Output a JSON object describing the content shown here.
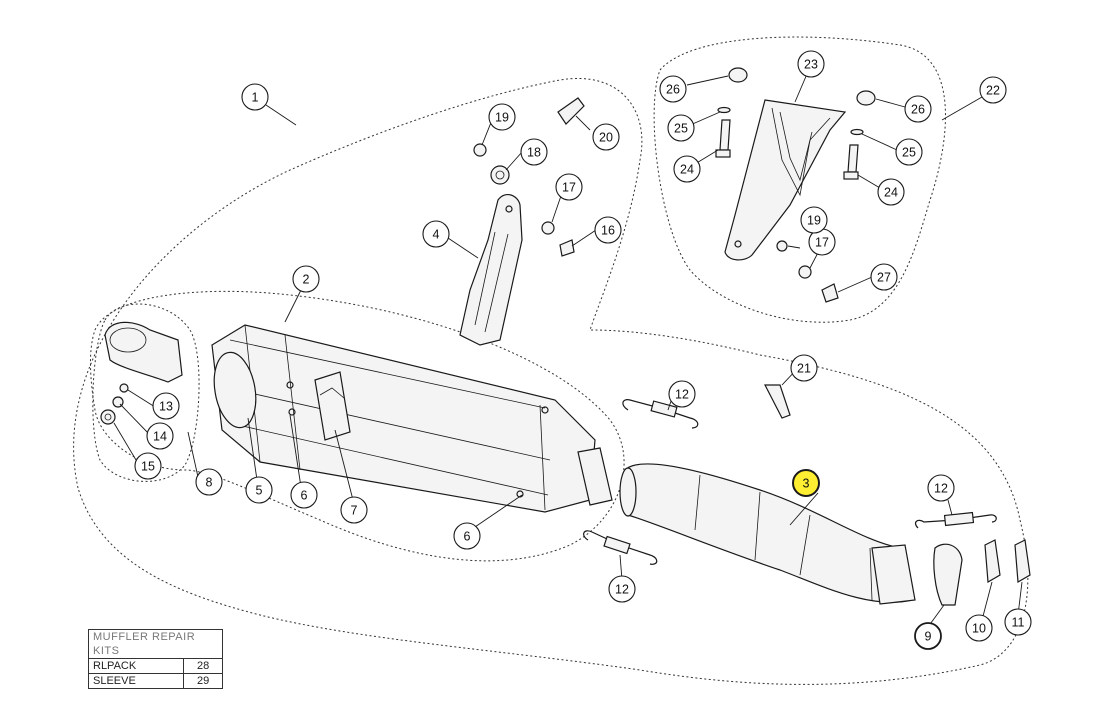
{
  "callouts": [
    {
      "key": "1",
      "label": "1"
    },
    {
      "key": "2",
      "label": "2"
    },
    {
      "key": "3",
      "label": "3",
      "highlighted": true
    },
    {
      "key": "4",
      "label": "4"
    },
    {
      "key": "5",
      "label": "5"
    },
    {
      "key": "6a",
      "label": "6"
    },
    {
      "key": "6b",
      "label": "6"
    },
    {
      "key": "7",
      "label": "7"
    },
    {
      "key": "8",
      "label": "8"
    },
    {
      "key": "9",
      "label": "9"
    },
    {
      "key": "10",
      "label": "10"
    },
    {
      "key": "11",
      "label": "11"
    },
    {
      "key": "12a",
      "label": "12"
    },
    {
      "key": "12b",
      "label": "12"
    },
    {
      "key": "12c",
      "label": "12"
    },
    {
      "key": "13",
      "label": "13"
    },
    {
      "key": "14",
      "label": "14"
    },
    {
      "key": "15",
      "label": "15"
    },
    {
      "key": "16",
      "label": "16"
    },
    {
      "key": "17a",
      "label": "17"
    },
    {
      "key": "17b",
      "label": "17"
    },
    {
      "key": "18",
      "label": "18"
    },
    {
      "key": "19a",
      "label": "19"
    },
    {
      "key": "19b",
      "label": "19"
    },
    {
      "key": "20",
      "label": "20"
    },
    {
      "key": "21",
      "label": "21"
    },
    {
      "key": "22",
      "label": "22"
    },
    {
      "key": "23",
      "label": "23"
    },
    {
      "key": "24a",
      "label": "24"
    },
    {
      "key": "24b",
      "label": "24"
    },
    {
      "key": "25a",
      "label": "25"
    },
    {
      "key": "25b",
      "label": "25"
    },
    {
      "key": "26a",
      "label": "26"
    },
    {
      "key": "26b",
      "label": "26"
    },
    {
      "key": "27",
      "label": "27"
    }
  ],
  "colors": {
    "highlight": "#ffee32",
    "line": "#1a1a1a"
  },
  "spares_table": {
    "header": "MUFFLER REPAIR KITS",
    "rows": [
      {
        "name": "RLPACK",
        "code": "28"
      },
      {
        "name": "SLEEVE",
        "code": "29"
      }
    ]
  }
}
